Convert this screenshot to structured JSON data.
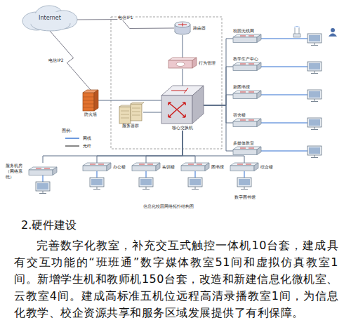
{
  "diagram": {
    "caption": "信息化校园网络拓扑结构图",
    "nodes": [
      {
        "text": [
          "Internet"
        ]
      },
      {
        "text": [
          "路由器"
        ]
      },
      {
        "text": [
          "行为管理"
        ]
      },
      {
        "text": [
          "防火墙"
        ]
      },
      {
        "text": [
          "服务器群"
        ]
      },
      {
        "text": [
          "核心交换机"
        ]
      },
      {
        "text": [
          "校园无线网"
        ]
      },
      {
        "text": [
          "教学生产中心"
        ]
      },
      {
        "text": [
          "新图书馆"
        ]
      },
      {
        "text": [
          "宿舍楼"
        ]
      },
      {
        "text": [
          "多媒体教室"
        ]
      },
      {
        "text": [
          "服务机房（网络系统）"
        ]
      },
      {
        "text": [
          "办公楼"
        ]
      },
      {
        "text": [
          "实训楼"
        ]
      },
      {
        "text": [
          "图书馆"
        ]
      },
      {
        "text": [
          "综合楼"
        ]
      }
    ],
    "edges": [
      {
        "from": 0,
        "to": 1,
        "arrow": "none",
        "label": "电信IP1"
      },
      {
        "from": 0,
        "to": 3,
        "arrow": "none",
        "label": "电信IP2"
      },
      {
        "from": 1,
        "to": 2,
        "arrow": "none"
      },
      {
        "from": 2,
        "to": 5,
        "arrow": "none"
      },
      {
        "from": 5,
        "to": 3,
        "arrow": "none"
      },
      {
        "from": 5,
        "to": 4,
        "arrow": "none"
      },
      {
        "from": 5,
        "to": 6,
        "arrow": "none"
      },
      {
        "from": 5,
        "to": 7,
        "arrow": "none"
      },
      {
        "from": 5,
        "to": 8,
        "arrow": "none"
      },
      {
        "from": 5,
        "to": 9,
        "arrow": "none"
      },
      {
        "from": 5,
        "to": 10,
        "arrow": "none"
      },
      {
        "from": 5,
        "to": 11,
        "arrow": "none"
      },
      {
        "from": 5,
        "to": 12,
        "arrow": "none"
      },
      {
        "from": 5,
        "to": 13,
        "arrow": "none"
      },
      {
        "from": 5,
        "to": 14,
        "arrow": "none"
      },
      {
        "from": 5,
        "to": 15,
        "arrow": "none"
      }
    ],
    "labels": [
      "图例:",
      "数字图书馆",
      "2.硬件建设",
      "完善数字化教室，补充交互式触控一体机10台套，建成具有交互功能的“班班通”数字媒体教室51间和虚拟仿真教室1间。新增学生机和教师机150台套，改造和新建信息化微机室、云教室4间。建成高标准五机位远程高清录播教室1间，为信息化教学、校企资源共享和服务区域发展提供了有利保障。"
    ],
    "legend": [
      {
        "text": "网线"
      },
      {
        "text": "光纤"
      }
    ]
  }
}
